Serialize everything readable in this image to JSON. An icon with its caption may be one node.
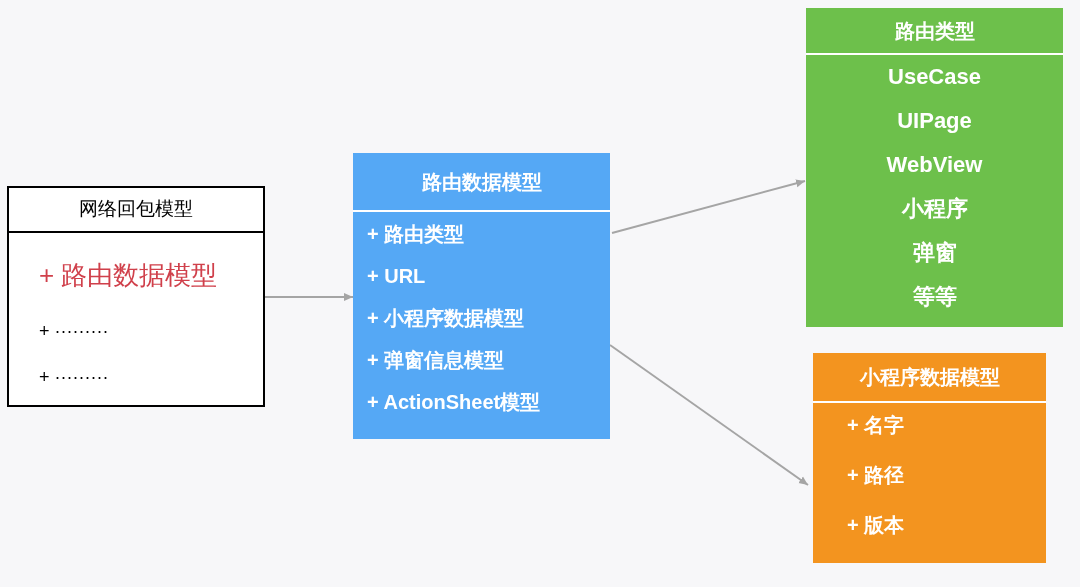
{
  "diagram": {
    "nodes": [
      {
        "text": [
          "网络回包模型",
          "+ 路由数据模型",
          "+ ·········",
          "+ ·········"
        ]
      },
      {
        "text": [
          "路由数据模型",
          "+ 路由类型",
          "+ URL",
          "+ 小程序数据模型",
          "+ 弹窗信息模型",
          "+ ActionSheet模型"
        ]
      },
      {
        "text": [
          "路由类型",
          "UseCase",
          "UIPage",
          "WebView",
          "小程序",
          "弹窗",
          "等等"
        ]
      },
      {
        "text": [
          "小程序数据模型",
          "+ 名字",
          "+ 路径",
          "+ 版本"
        ]
      }
    ],
    "edges": [
      {
        "from": 0,
        "to": 1,
        "arrow": "to"
      },
      {
        "from": 1,
        "to": 2,
        "arrow": "to"
      },
      {
        "from": 1,
        "to": 3,
        "arrow": "to"
      }
    ]
  }
}
